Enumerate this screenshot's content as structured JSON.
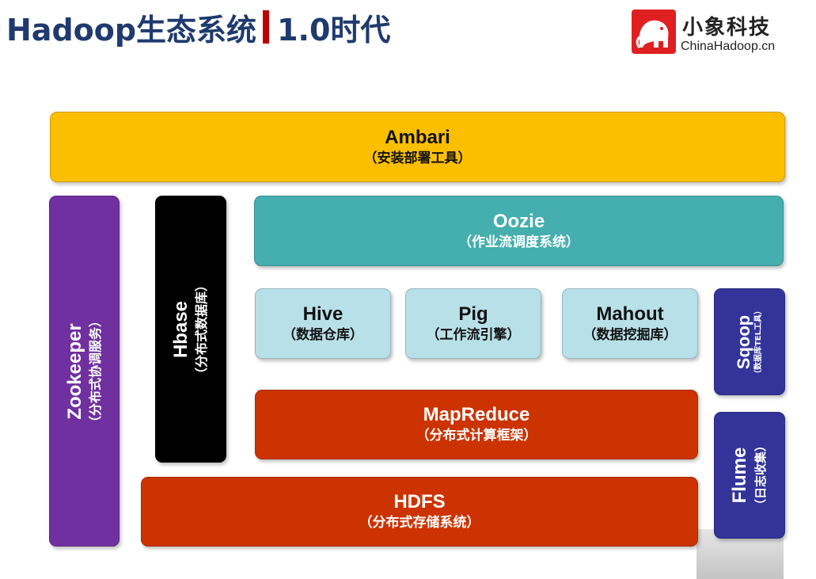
{
  "header": {
    "title_left": "Hadoop生态系统",
    "title_right": "1.0时代"
  },
  "logo": {
    "name_cn": "小象科技",
    "name_en": "ChinaHadoop.cn"
  },
  "colors": {
    "ambari": "#fcbf00",
    "zookeeper": "#7030a0",
    "hbase": "#000000",
    "oozie": "#45aeae",
    "tools": "#b8e0e8",
    "mapreduce": "#cc3300",
    "hdfs": "#cc3300",
    "sqoop_flume": "#33339a"
  },
  "components": {
    "ambari": {
      "name": "Ambari",
      "desc": "（安装部署工具）"
    },
    "zookeeper": {
      "name": "Zookeeper",
      "desc": "（分布式协调服务）"
    },
    "hbase": {
      "name": "Hbase",
      "desc": "（分布式数据库）"
    },
    "oozie": {
      "name": "Oozie",
      "desc": "（作业流调度系统）"
    },
    "hive": {
      "name": "Hive",
      "desc": "（数据仓库）"
    },
    "pig": {
      "name": "Pig",
      "desc": "（工作流引擎）"
    },
    "mahout": {
      "name": "Mahout",
      "desc": "（数据挖掘库）"
    },
    "sqoop": {
      "name": "Sqoop",
      "desc": "（数据库TEL工具）"
    },
    "mapreduce": {
      "name": "MapReduce",
      "desc": "（分布式计算框架）"
    },
    "hdfs": {
      "name": "HDFS",
      "desc": "（分布式存储系统）"
    },
    "flume": {
      "name": "Flume",
      "desc": "（日志收集）"
    }
  }
}
